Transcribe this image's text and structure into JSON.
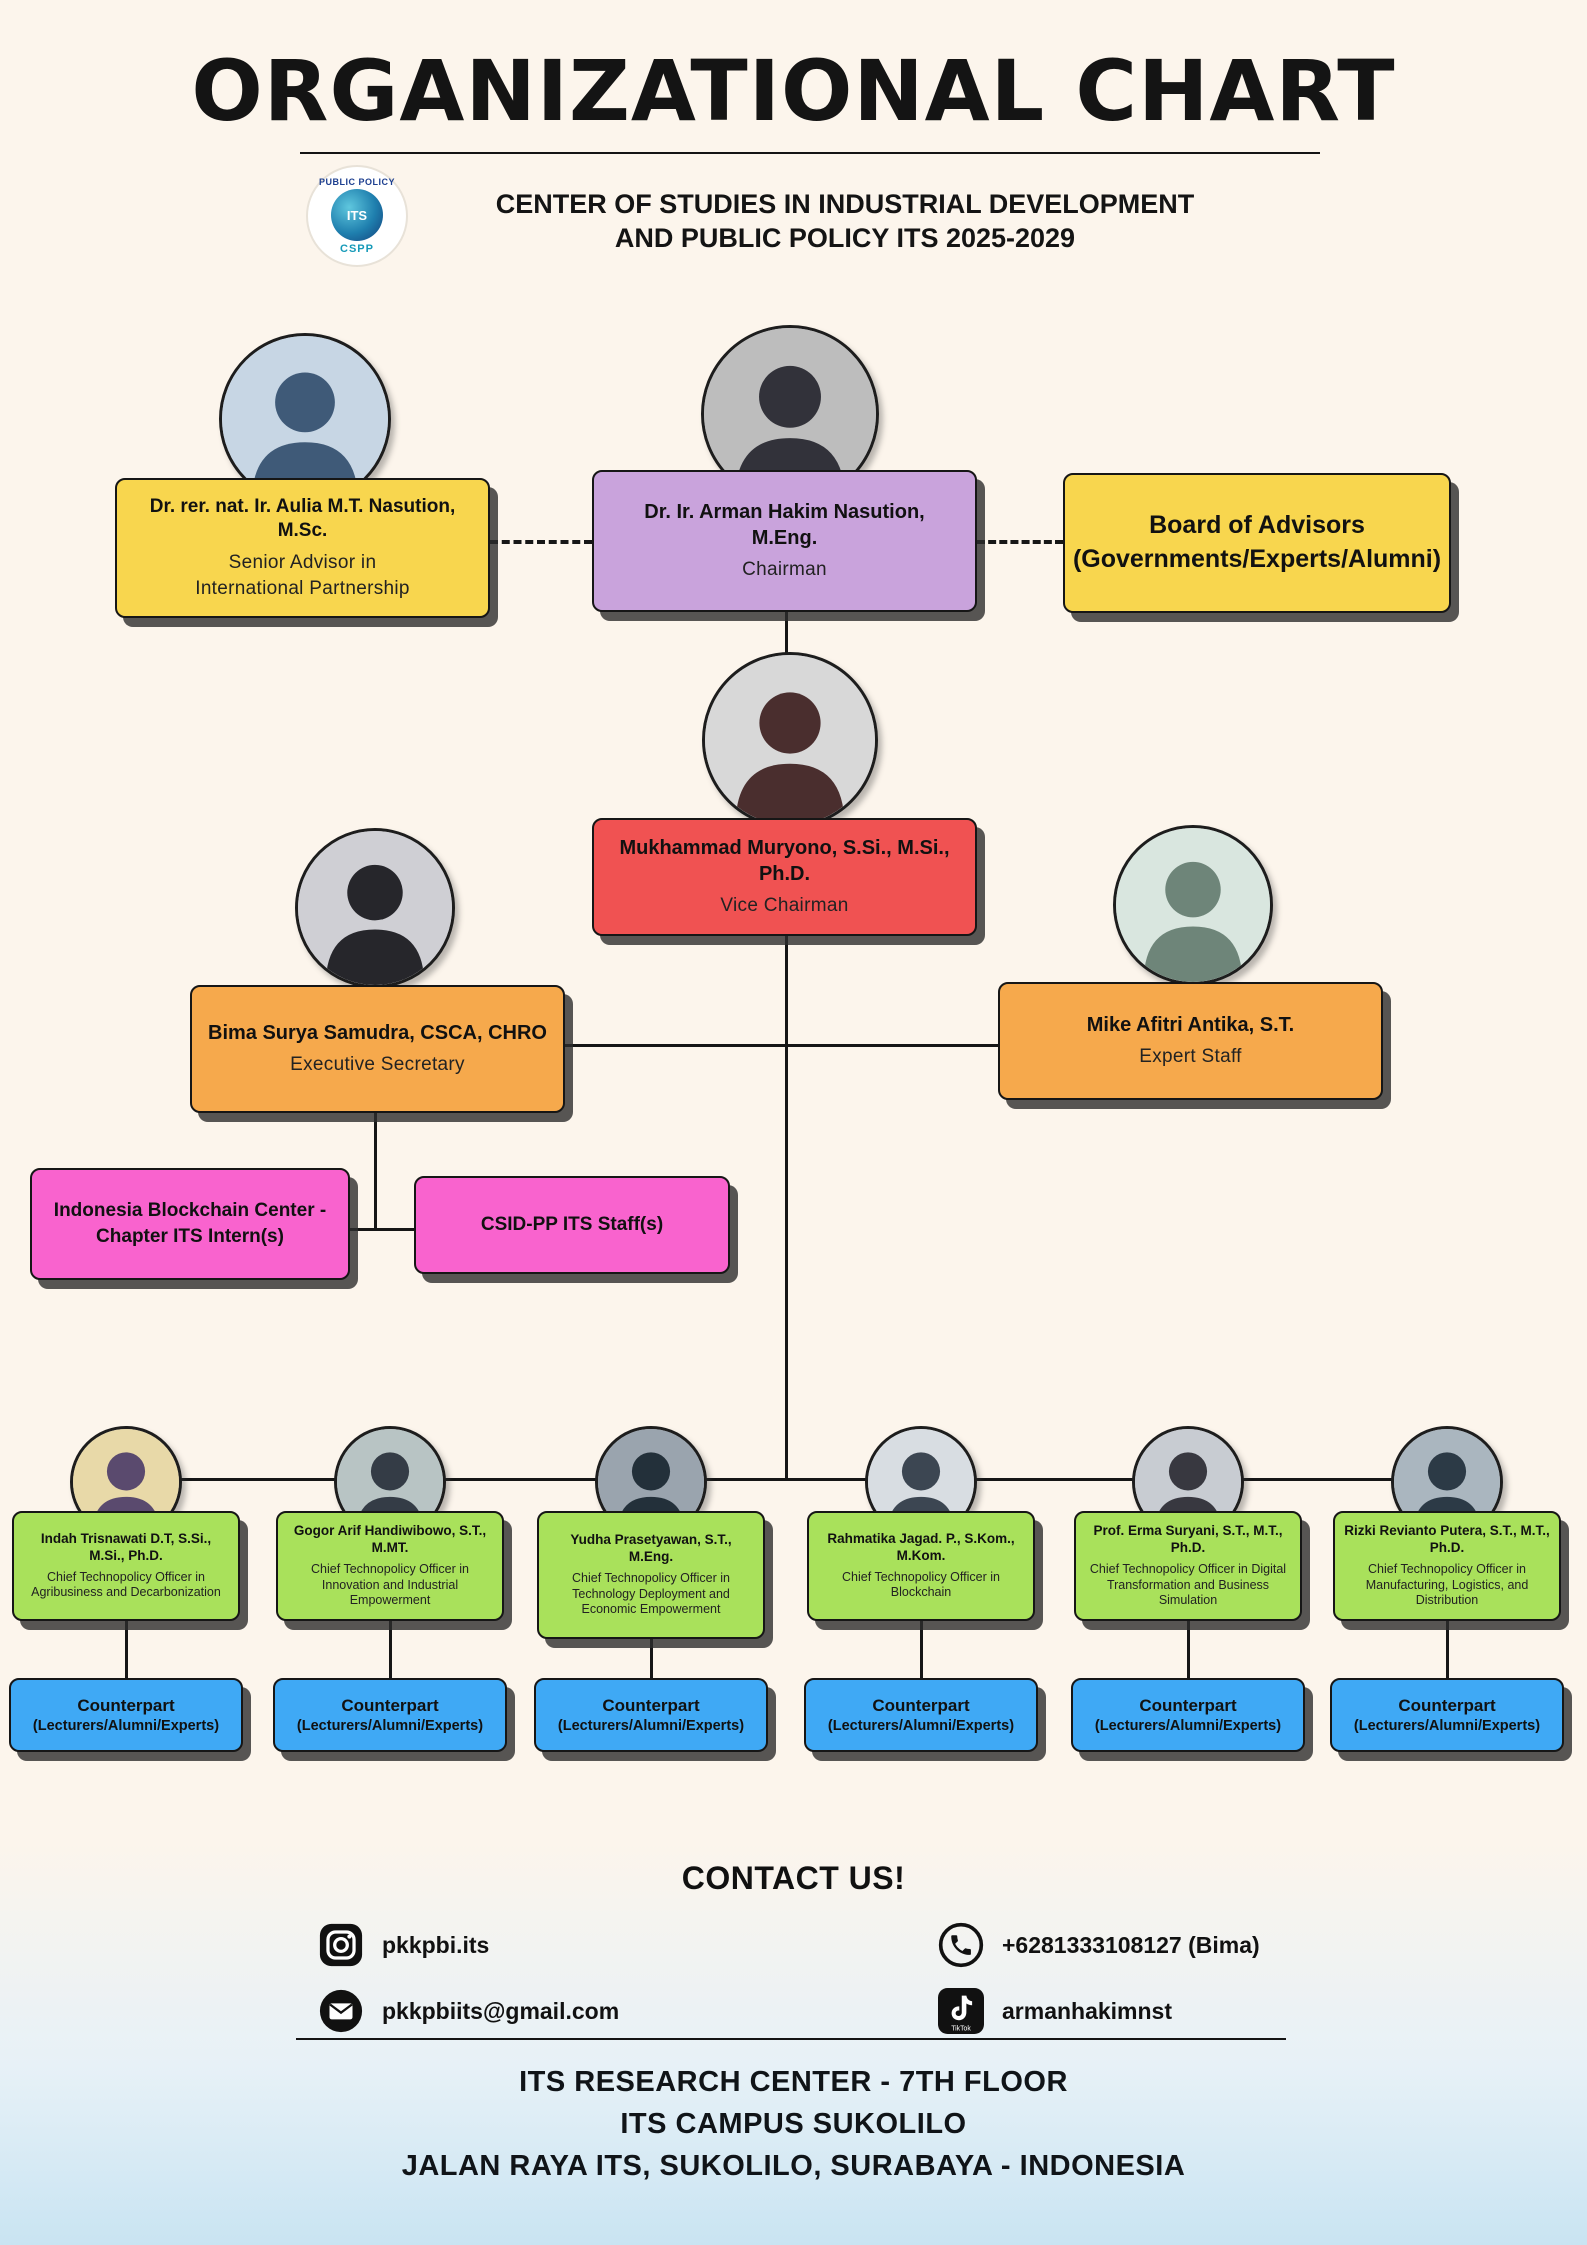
{
  "header": {
    "title": "ORGANIZATIONAL CHART",
    "subtitle_line1": "CENTER OF STUDIES IN INDUSTRIAL DEVELOPMENT",
    "subtitle_line2": "AND PUBLIC POLICY ITS 2025-2029",
    "logo": {
      "top": "PUBLIC POLICY",
      "center": "ITS",
      "bottom": "CSPP"
    }
  },
  "chart": {
    "senior_advisor": {
      "name": "Dr. rer. nat. Ir. Aulia M.T. Nasution, M.Sc.",
      "role_line1": "Senior Advisor in",
      "role_line2": "International Partnership"
    },
    "chairman": {
      "name": "Dr. Ir. Arman Hakim Nasution, M.Eng.",
      "role": "Chairman"
    },
    "board": {
      "line1": "Board of Advisors",
      "line2": "(Governments/Experts/Alumni)"
    },
    "vice_chairman": {
      "name": "Mukhammad Muryono, S.Si., M.Si., Ph.D.",
      "role": "Vice Chairman"
    },
    "exec_secretary": {
      "name": "Bima Surya Samudra, CSCA, CHRO",
      "role": "Executive Secretary"
    },
    "expert_staff": {
      "name": "Mike Afitri Antika, S.T.",
      "role": "Expert Staff"
    },
    "interns_label": "Indonesia Blockchain Center - Chapter ITS Intern(s)",
    "staff_label": "CSID-PP ITS Staff(s)",
    "officers": [
      {
        "name": "Indah Trisnawati D.T, S.Si., M.Si., Ph.D.",
        "role": "Chief Technopolicy Officer in Agribusiness and Decarbonization"
      },
      {
        "name": "Gogor Arif Handiwibowo, S.T., M.MT.",
        "role": "Chief Technopolicy Officer in Innovation and Industrial Empowerment"
      },
      {
        "name": "Yudha Prasetyawan, S.T., M.Eng.",
        "role": "Chief Technopolicy Officer in Technology Deployment and Economic Empowerment"
      },
      {
        "name": "Rahmatika Jagad. P., S.Kom., M.Kom.",
        "role": "Chief Technopolicy Officer in Blockchain"
      },
      {
        "name": "Prof. Erma Suryani, S.T., M.T., Ph.D.",
        "role": "Chief Technopolicy Officer in Digital Transformation and Business Simulation"
      },
      {
        "name": "Rizki Revianto Putera, S.T., M.T., Ph.D.",
        "role": "Chief Technopolicy Officer in Manufacturing, Logistics, and Distribution"
      }
    ],
    "counterpart": {
      "line1": "Counterpart",
      "line2": "(Lecturers/Alumni/Experts)"
    }
  },
  "contact": {
    "heading": "CONTACT US!",
    "items": [
      {
        "icon": "instagram-icon",
        "label": "pkkpbi.its"
      },
      {
        "icon": "phone-icon",
        "label": "+6281333108127 (Bima)"
      },
      {
        "icon": "email-icon",
        "label": "pkkpbiits@gmail.com"
      },
      {
        "icon": "tiktok-icon",
        "label": "armanhakimnst"
      }
    ]
  },
  "footer": {
    "line1": "ITS RESEARCH CENTER - 7TH FLOOR",
    "line2": "ITS CAMPUS SUKOLILO",
    "line3": "JALAN RAYA ITS, SUKOLILO, SURABAYA - INDONESIA"
  },
  "colors": {
    "background": "#FCF5EC",
    "footer_blue": "#C9E4F2",
    "yellow": "#F8D64E",
    "purple": "#C9A3DC",
    "red": "#F05252",
    "orange": "#F6A94C",
    "pink": "#F963CE",
    "green": "#A9E15B",
    "blue": "#3FA9F5"
  }
}
